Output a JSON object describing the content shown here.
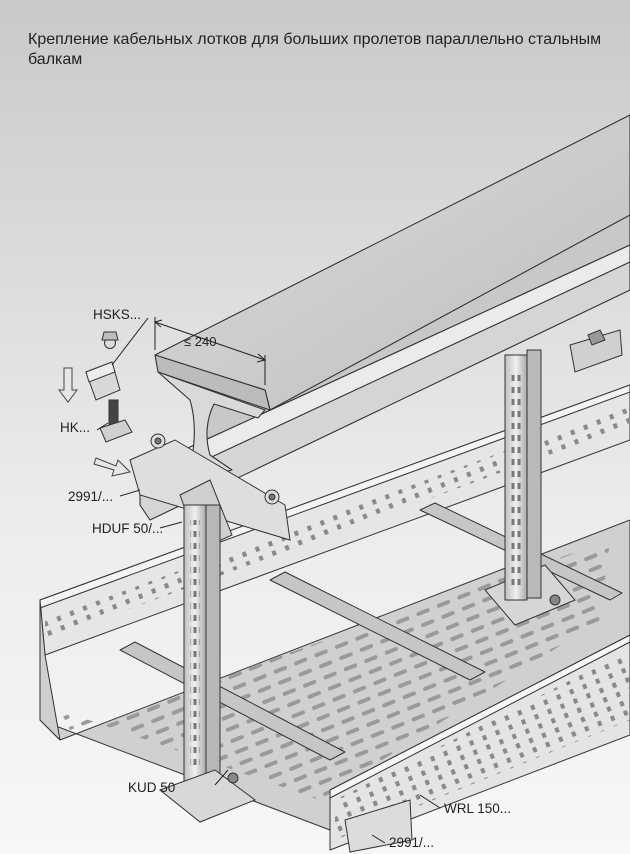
{
  "title": "Крепление кабельных лотков для больших пролетов параллельно стальным балкам",
  "labels": {
    "hsks": "HSKS...",
    "hk": "HK...",
    "dim_240": "≤ 240",
    "label_2991_top": "2991/...",
    "hduf": "HDUF 50/...",
    "kud": "KUD 50",
    "wrl": "WRL 150...",
    "label_2991_bottom": "2991/..."
  }
}
